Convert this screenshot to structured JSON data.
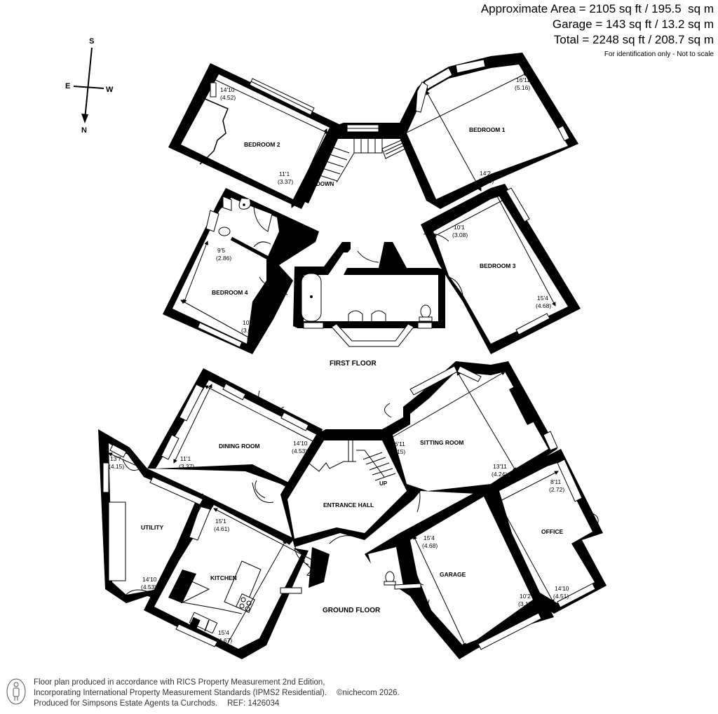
{
  "header": {
    "approx_area": "Approximate Area = 2105 sq ft / 195.5  sq m",
    "garage_area": "Garage = 143 sq ft / 13.2 sq m",
    "total_area": "Total = 2248 sq ft / 208.7 sq m",
    "note": "For identification only - Not to scale"
  },
  "compass": {
    "top": "S",
    "left": "E",
    "right": "W",
    "bottom": "N"
  },
  "first_floor": {
    "label": "FIRST FLOOR",
    "rooms": [
      {
        "name": "BEDROOM 2",
        "dims": [
          [
            "14'10",
            "(4.52)"
          ],
          [
            "11'1",
            "(3.37)"
          ]
        ]
      },
      {
        "name": "BEDROOM 1",
        "dims": [
          [
            "16'11",
            "(5.16)"
          ],
          [
            "14'2",
            "(4.32)"
          ]
        ]
      },
      {
        "name": "BEDROOM 3",
        "dims": [
          [
            "10'1",
            "(3.08)"
          ],
          [
            "15'4",
            "(4.68)"
          ]
        ]
      },
      {
        "name": "BEDROOM 4",
        "dims": [
          [
            "9'5",
            "(2.86)"
          ],
          [
            "10'2",
            "(3.09)"
          ]
        ]
      }
    ],
    "stairs_label": "DOWN"
  },
  "ground_floor": {
    "label": "GROUND FLOOR",
    "rooms": [
      {
        "name": "DINING ROOM",
        "dims": [
          [
            "14'10",
            "(4.53)"
          ],
          [
            "11'1",
            "(3.37)"
          ]
        ]
      },
      {
        "name": "SITTING ROOM",
        "dims": [
          [
            "16'11",
            "(5.15)"
          ],
          [
            "13'11",
            "(4.24)"
          ]
        ]
      },
      {
        "name": "UTILITY",
        "dims": [
          [
            "13'7",
            "(4.15)"
          ],
          [
            "14'10",
            "(4.53)"
          ]
        ]
      },
      {
        "name": "KITCHEN",
        "dims": [
          [
            "15'1",
            "(4.61)"
          ],
          [
            "15'4",
            "(4.67)"
          ]
        ]
      },
      {
        "name": "ENTRANCE HALL",
        "dims": []
      },
      {
        "name": "GARAGE",
        "dims": [
          [
            "15'4",
            "(4.68)"
          ],
          [
            "10'2",
            "(3.11)"
          ]
        ]
      },
      {
        "name": "OFFICE",
        "dims": [
          [
            "8'11",
            "(2.72)"
          ],
          [
            "14'10",
            "(4.51)"
          ]
        ]
      }
    ],
    "stairs_label": "UP"
  },
  "footer": {
    "line1": "Floor plan produced in accordance with RICS Property Measurement 2nd Edition,",
    "line2": "Incorporating International Property Measurement Standards (IPMS2 Residential).",
    "copyright": "©nichecom 2026.",
    "line3": "Produced for Simpsons Estate Agents ta Curchods.",
    "ref": "REF: 1426034"
  }
}
